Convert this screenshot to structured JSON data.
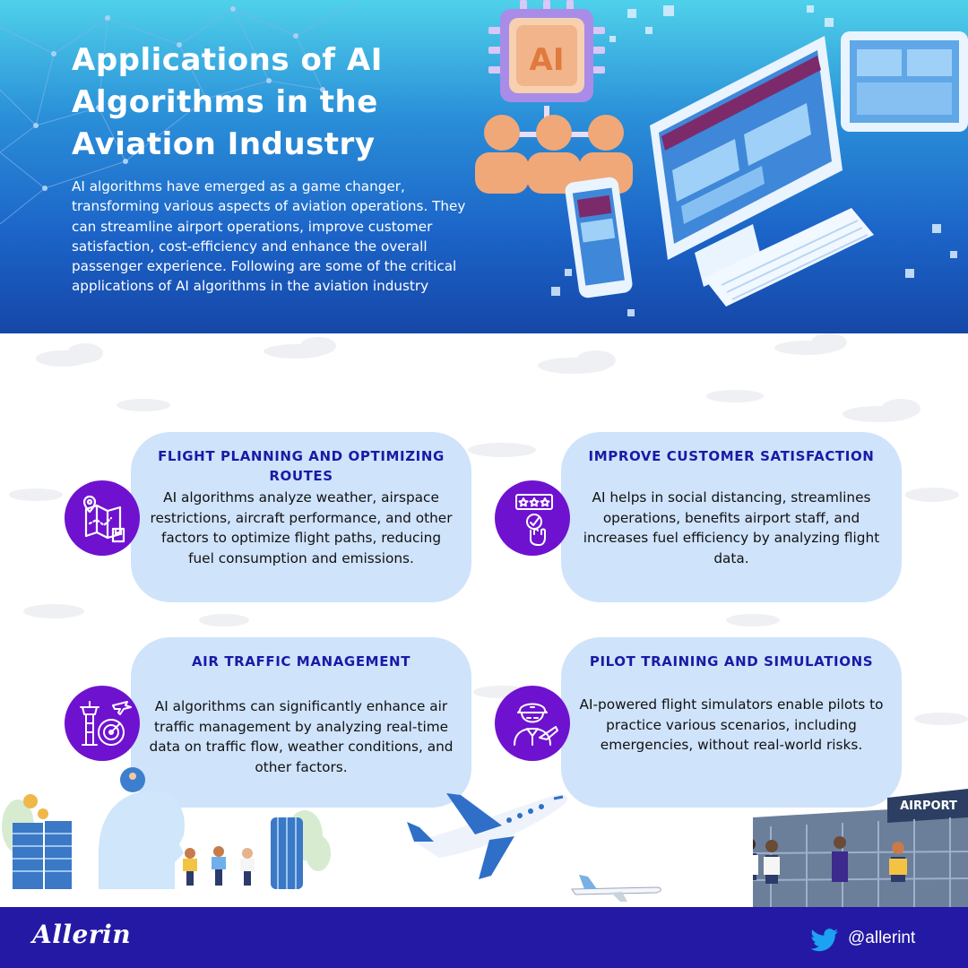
{
  "header": {
    "title": "Applications of AI\nAlgorithms in the\nAviation Industry",
    "description": "AI algorithms have emerged as a game changer, transforming various aspects of aviation operations. They can streamline airport operations, improve customer satisfaction, cost-efficiency and enhance the overall passenger experience. Following are some of the critical applications of AI algorithms in the aviation industry",
    "chip_label": "AI"
  },
  "cards": [
    {
      "title": "FLIGHT PLANNING AND OPTIMIZING ROUTES",
      "body": "AI algorithms analyze weather, airspace restrictions, aircraft performance, and other factors to optimize flight paths, reducing fuel consumption and emissions.",
      "icon": "map-route-icon"
    },
    {
      "title": "IMPROVE CUSTOMER SATISFACTION",
      "body": "AI helps in social distancing, streamlines operations, benefits airport staff, and increases fuel efficiency by analyzing flight data.",
      "icon": "rating-touch-icon"
    },
    {
      "title": "AIR TRAFFIC MANAGEMENT",
      "body": "AI algorithms can significantly enhance air traffic management by analyzing real-time data on traffic flow, weather conditions, and other factors.",
      "icon": "control-tower-icon"
    },
    {
      "title": "PILOT TRAINING AND SIMULATIONS",
      "body": "AI-powered flight simulators enable pilots to practice various scenarios, including emergencies, without real-world risks.",
      "icon": "pilot-icon"
    }
  ],
  "airport_sign": "AIRPORT",
  "footer": {
    "brand": "Allerin",
    "twitter_handle": "@allerint"
  },
  "colors": {
    "card_bg": "#cfe3fb",
    "icon_circle": "#6f12cf",
    "title_text": "#1a1aa6",
    "footer_bg": "#2419a4"
  }
}
